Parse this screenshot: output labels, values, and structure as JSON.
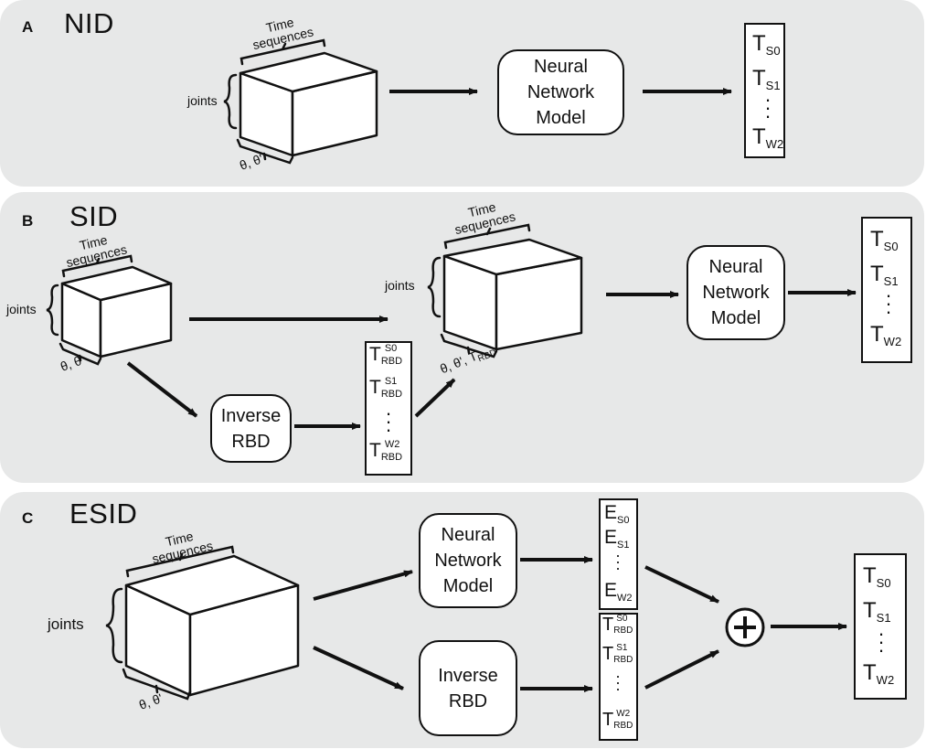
{
  "panels": {
    "a": {
      "letter": "A",
      "title": "NID"
    },
    "b": {
      "letter": "B",
      "title": "SID"
    },
    "c": {
      "letter": "C",
      "title": "ESID"
    }
  },
  "labels": {
    "time_line1": "Time",
    "time_line2": "sequences",
    "joints": "joints",
    "theta": "θ, θ'",
    "theta_trbd_prefix": "θ, θ', T",
    "trbd_sub": "RBD"
  },
  "boxes": {
    "nn_line1": "Neural",
    "nn_line2": "Network",
    "nn_line3": "Model",
    "inv_line1": "Inverse",
    "inv_line2": "RBD"
  },
  "tokens": {
    "T": "T",
    "E": "E",
    "s0": "S0",
    "s1": "S1",
    "w2": "W2",
    "rbd": "RBD",
    "dots": "·\n·\n·"
  },
  "sum_symbol": "+",
  "colors": {
    "panel_bg": "#e7e8e8",
    "ink": "#111111",
    "box_bg": "#ffffff"
  }
}
